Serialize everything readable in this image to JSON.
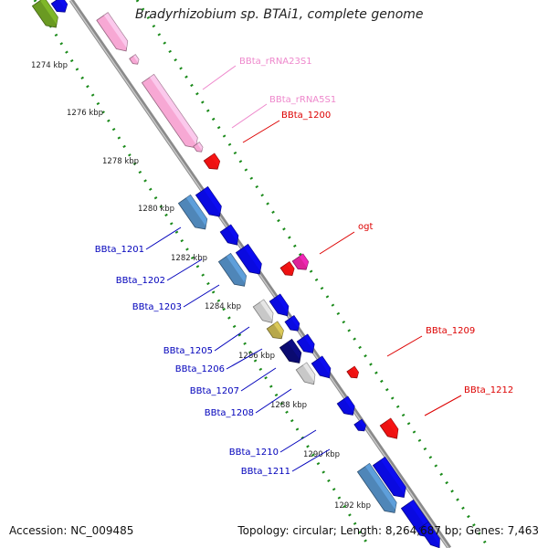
{
  "title": "Bradyrhizobium sp. BTAi1, complete genome",
  "footer": {
    "accession": "Accession: NC_009485",
    "topology": "Topology: circular; Length: 8,264,687 bp; Genes: 7,463"
  },
  "kbp_ticks": [
    "1274 kbp",
    "1276 kbp",
    "1278 kbp",
    "1280 kbp",
    "1282 kbp",
    "1284 kbp",
    "1286 kbp",
    "1288 kbp",
    "1290 kbp",
    "1292 kbp"
  ],
  "gene_labels": [
    {
      "text": "BBta_rRNA23S1",
      "color": "#ee88cc"
    },
    {
      "text": "BBta_rRNA5S1",
      "color": "#ee88cc"
    },
    {
      "text": "BBta_1200",
      "color": "#dd0000"
    },
    {
      "text": "ogt",
      "color": "#dd0000"
    },
    {
      "text": "BBta_1209",
      "color": "#dd0000"
    },
    {
      "text": "BBta_1212",
      "color": "#dd0000"
    },
    {
      "text": "BBta_1201",
      "color": "#0000bb"
    },
    {
      "text": "BBta_1202",
      "color": "#0000bb"
    },
    {
      "text": "BBta_1203",
      "color": "#0000bb"
    },
    {
      "text": "BBta_1205",
      "color": "#0000bb"
    },
    {
      "text": "BBta_1206",
      "color": "#0000bb"
    },
    {
      "text": "BBta_1207",
      "color": "#0000bb"
    },
    {
      "text": "BBta_1208",
      "color": "#0000bb"
    },
    {
      "text": "BBta_1210",
      "color": "#0000bb"
    },
    {
      "text": "BBta_1211",
      "color": "#0000bb"
    }
  ],
  "colors": {
    "backbone": "#8a8a8a",
    "tick_dots": "#1a8a1a",
    "rrna": "#f7a8d4",
    "gene_blue": "#0a0ae0",
    "gene_steel": "#4f86b8",
    "gene_red": "#ee1111",
    "gene_magenta": "#dd2299",
    "gene_navy": "#0a0a70",
    "gene_gray": "#c8c8c8",
    "gene_olive": "#b8a84a",
    "gene_green": "#6a9a22"
  }
}
